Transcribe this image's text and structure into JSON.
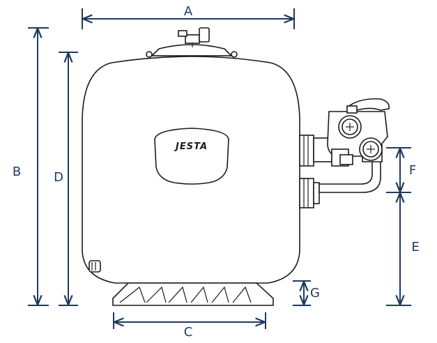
{
  "diagram": {
    "brand": "JESTA",
    "dimensions": {
      "A": "A",
      "B": "B",
      "C": "C",
      "D": "D",
      "E": "E",
      "F": "F",
      "G": "G"
    },
    "colors": {
      "dimension_lines": "#1f3a5f",
      "outline": "#1a1a1a"
    }
  }
}
